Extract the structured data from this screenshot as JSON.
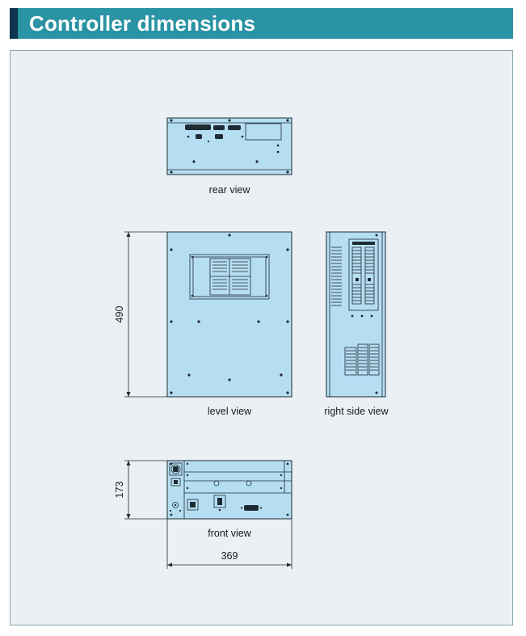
{
  "header": {
    "title": "Controller dimensions"
  },
  "views": {
    "rear": "rear view",
    "level": "level view",
    "right_side": "right side view",
    "front": "front view"
  },
  "dimensions": {
    "height_level": "490",
    "height_front": "173",
    "width_front": "369"
  },
  "colors": {
    "header_accent": "#2a93a4",
    "header_dark": "#0e3550",
    "panel_background": "#eaf0f4",
    "part_fill": "#b5def2",
    "line": "#1f2b33"
  }
}
